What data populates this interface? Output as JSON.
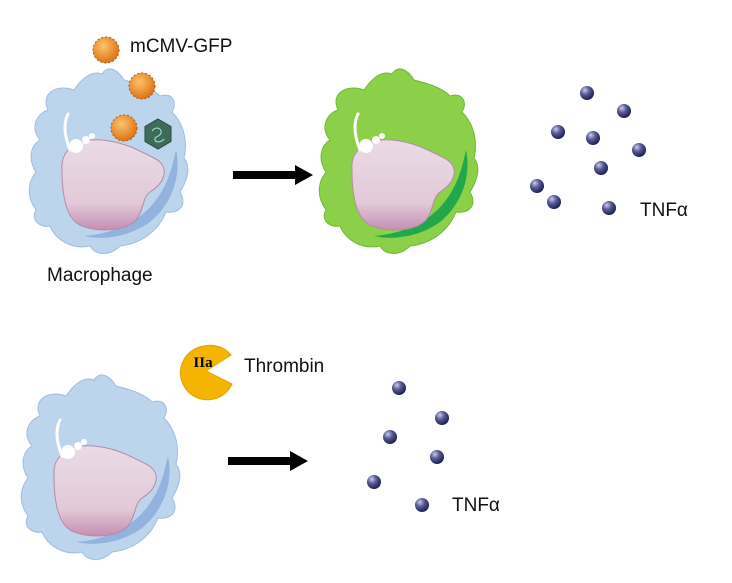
{
  "panels": {
    "top": {
      "virus_label": "mCMV-GFP",
      "cell_label": "Macrophage",
      "cytokine_label": "TNFα"
    },
    "bottom": {
      "enzyme_label": "Thrombin",
      "enzyme_badge": "IIa",
      "cytokine_label": "TNFα"
    }
  },
  "colors": {
    "cell_body": "#bcd4ec",
    "cell_shadow": "#8eaedc",
    "nucleus": "#e4cfdc",
    "nucleus_shade": "#c79ab8",
    "infected_cell": "#8cd04a",
    "infected_shadow": "#22a84a",
    "virus": "#f0962a",
    "capsid": "#3e6b5a",
    "tnf_particle": "#3a3c78",
    "thrombin": "#f4b400",
    "arrow": "#000000"
  }
}
